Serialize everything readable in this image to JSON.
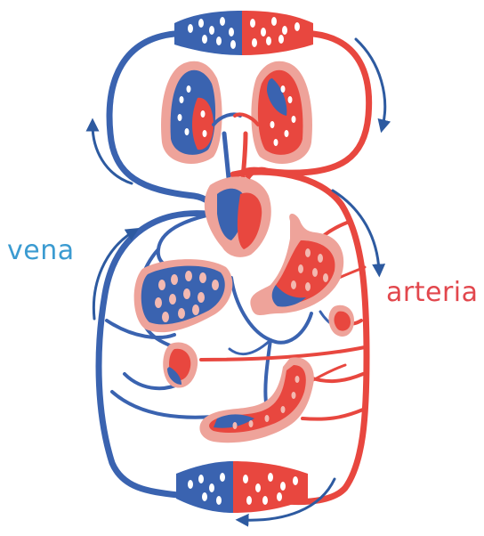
{
  "labels": {
    "vein": "vena",
    "artery": "arteria"
  },
  "colors": {
    "vein": "#3a63b0",
    "vein_dark": "#2c4f94",
    "artery": "#e8473f",
    "artery_dark": "#c9302c",
    "tissue": "#eea39a",
    "tissue_light": "#f3b9b1",
    "arrow": "#2d5aa0",
    "vein_text": "#3b9bd1",
    "artery_text": "#e2474d"
  },
  "diagram": {
    "subject": "systemic-and-pulmonary-circulation",
    "organs": [
      "heart",
      "lungs",
      "head-capillary-bed",
      "legs-capillary-bed",
      "liver",
      "stomach",
      "spleen",
      "kidney",
      "intestine"
    ],
    "flow_arrows": [
      "top-right-down",
      "top-left-up",
      "middle-right-down",
      "middle-left-up",
      "bottom-right-left"
    ]
  }
}
